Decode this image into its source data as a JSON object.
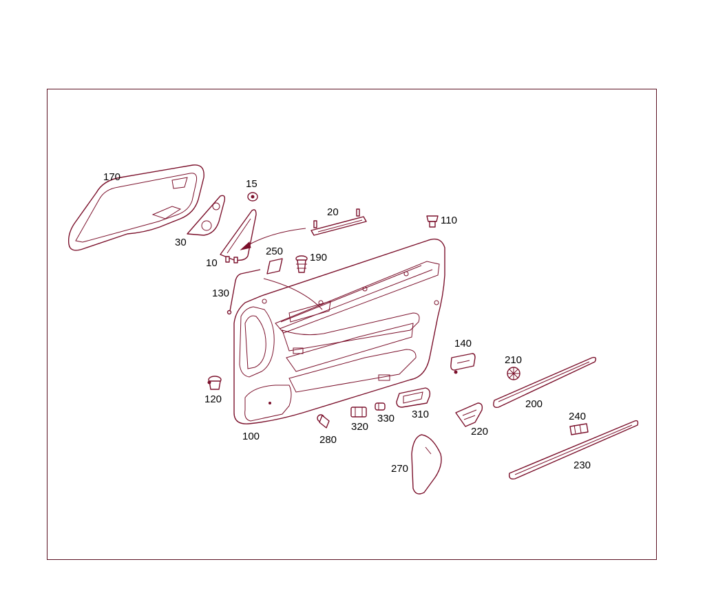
{
  "diagram": {
    "labels": {
      "l170": "170",
      "l15": "15",
      "l20": "20",
      "l110": "110",
      "l30": "30",
      "l250": "250",
      "l190": "190",
      "l10": "10",
      "l130": "130",
      "l140": "140",
      "l210": "210",
      "l200": "200",
      "l120": "120",
      "l100": "100",
      "l280": "280",
      "l320": "320",
      "l330": "330",
      "l310": "310",
      "l220": "220",
      "l240": "240",
      "l230": "230",
      "l270": "270"
    }
  }
}
